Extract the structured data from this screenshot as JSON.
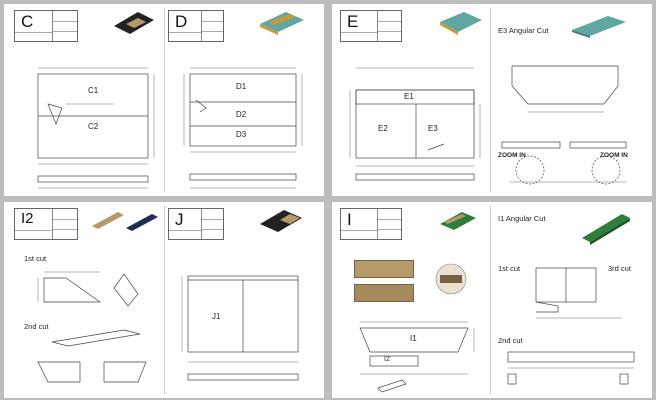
{
  "sheets": {
    "top_left": {
      "panels": [
        {
          "letter": "C",
          "parts": [
            "C1",
            "C2"
          ]
        },
        {
          "letter": "D",
          "parts": [
            "D1",
            "D2",
            "D3"
          ]
        }
      ]
    },
    "top_right": {
      "letter": "E",
      "parts": [
        "E1",
        "E2",
        "E3"
      ],
      "angular_heading": "E3 Angular Cut",
      "zoom_left": "ZOOM IN",
      "zoom_right": "ZOOM IN"
    },
    "bottom_left": {
      "panels": [
        {
          "letter": "I2",
          "cuts": [
            "1st cut",
            "2nd cut"
          ]
        },
        {
          "letter": "J",
          "parts": [
            "J1"
          ]
        }
      ]
    },
    "bottom_right": {
      "letter": "I",
      "angular_heading": "I1 Angular Cut",
      "cuts": [
        "1st cut",
        "3rd cut",
        "2nd cut"
      ],
      "parts": [
        "I1",
        "I2"
      ]
    }
  },
  "colors": {
    "wood_light": "#b59a6a",
    "wood_dark": "#5a4630",
    "black_panel": "#222222",
    "teal_panel": "#5fa7a0",
    "navy_panel": "#1f2a55",
    "green_panel": "#2f7d3a",
    "line": "#444444"
  }
}
